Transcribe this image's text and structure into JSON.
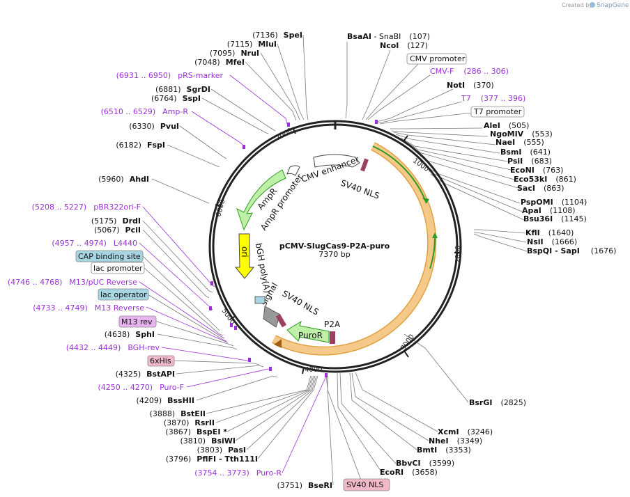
{
  "credit": {
    "prefix": "Created by",
    "brand": "SnapGene"
  },
  "plasmid": {
    "name": "pCMV-SlugCas9-P2A-puro",
    "size": "7370 bp"
  },
  "ticks": [
    "1000",
    "2000",
    "3000",
    "4000",
    "5000",
    "6000",
    "7000"
  ],
  "features": {
    "cmv_enhancer": "CMV enhancer",
    "sv40_nls_top": "SV40 NLS",
    "ampr_promoter": "AmpR promoter",
    "ampr": "AmpR",
    "ori": "ori",
    "bgh": "bGH poly(A) signal",
    "bgh_a": "bGH poly(A)",
    "bgh_b": "signal",
    "sv40_nls_mid": "SV40 NLS",
    "puror": "PuroR",
    "p2a": "P2A"
  },
  "right_labels": [
    {
      "name": "BsaAI",
      "extra": " - SnaBI",
      "pos": "(107)"
    },
    {
      "name": "NcoI",
      "pos": "(127)"
    },
    {
      "box": "CMV promoter"
    },
    {
      "primer": "CMV-F",
      "pos": "(286 .. 306)"
    },
    {
      "name": "NotI",
      "pos": "(370)"
    },
    {
      "primer": "T7",
      "pos": "(377 .. 396)"
    },
    {
      "box": "T7 promoter"
    },
    {
      "name": "AleI",
      "pos": "(505)"
    },
    {
      "name": "NgoMIV",
      "pos": "(553)"
    },
    {
      "name": "NaeI",
      "pos": "(555)"
    },
    {
      "name": "BsmI",
      "pos": "(641)"
    },
    {
      "name": "PsiI",
      "pos": "(683)"
    },
    {
      "name": "EcoNI",
      "pos": "(763)"
    },
    {
      "name": "Eco53kI",
      "pos": "(861)"
    },
    {
      "name": "SacI",
      "pos": "(863)"
    },
    {
      "name": "PspOMI",
      "pos": "(1104)"
    },
    {
      "name": "ApaI",
      "pos": "(1108)"
    },
    {
      "name": "Bsu36I",
      "pos": "(1145)"
    },
    {
      "name": "KflI",
      "pos": "(1640)"
    },
    {
      "name": "NsiI",
      "pos": "(1666)"
    },
    {
      "name": "BspQI",
      "extra": " - SapI",
      "pos": "(1676)"
    },
    {
      "name": "BsrGI",
      "pos": "(2825)"
    },
    {
      "name": "XcmI",
      "pos": "(3246)"
    },
    {
      "name": "NheI",
      "pos": "(3349)"
    },
    {
      "name": "BmtI",
      "pos": "(3353)"
    },
    {
      "name": "BbvCI",
      "pos": "(3599)"
    },
    {
      "name": "EcoRI",
      "pos": "(3658)"
    },
    {
      "box": "SV40 NLS"
    }
  ],
  "left_labels": [
    {
      "pos": "(7136)",
      "name": "SpeI"
    },
    {
      "pos": "(7115)",
      "name": "MluI"
    },
    {
      "pos": "(7095)",
      "name": "NruI"
    },
    {
      "pos": "(7048)",
      "name": "MfeI"
    },
    {
      "primer": "pRS-marker",
      "pos": "(6931 .. 6950)"
    },
    {
      "pos": "(6881)",
      "name": "SgrDI"
    },
    {
      "pos": "(6764)",
      "name": "SspI"
    },
    {
      "primer": "Amp-R",
      "pos": "(6510 .. 6529)"
    },
    {
      "pos": "(6330)",
      "name": "PvuI"
    },
    {
      "pos": "(6182)",
      "name": "FspI"
    },
    {
      "pos": "(5960)",
      "name": "AhdI"
    },
    {
      "primer": "pBR322ori-F",
      "pos": "(5208 .. 5227)"
    },
    {
      "pos": "(5175)",
      "name": "DrdI"
    },
    {
      "pos": "(5067)",
      "name": "PciI"
    },
    {
      "primer": "L4440",
      "pos": "(4957 .. 4974)"
    },
    {
      "box": "CAP binding site"
    },
    {
      "box": "lac promoter"
    },
    {
      "primer": "M13/pUC Reverse",
      "pos": "(4746 .. 4768)"
    },
    {
      "box": "lac operator"
    },
    {
      "primer": "M13 Reverse",
      "pos": "(4733 .. 4749)"
    },
    {
      "box": "M13 rev"
    },
    {
      "pos": "(4638)",
      "name": "SphI"
    },
    {
      "primer": "BGH-rev",
      "pos": "(4432 .. 4449)"
    },
    {
      "box": "6xHis"
    },
    {
      "pos": "(4325)",
      "name": "BstAPI"
    },
    {
      "primer": "Puro-F",
      "pos": "(4250 .. 4270)"
    },
    {
      "pos": "(4209)",
      "name": "BssHII"
    },
    {
      "pos": "(3888)",
      "name": "BstEII"
    },
    {
      "pos": "(3870)",
      "name": "RsrII"
    },
    {
      "pos": "(3867)",
      "name": "BspEI *"
    },
    {
      "pos": "(3810)",
      "name": "BsiWI"
    },
    {
      "pos": "(3803)",
      "name": "PasI"
    },
    {
      "pos": "(3796)",
      "name": "PflFI",
      "extra": " - Tth111I"
    },
    {
      "primer": "Puro-R",
      "pos": "(3754 .. 3773)"
    },
    {
      "pos": "(3751)",
      "name": "BseRI"
    }
  ],
  "colors": {
    "backbone": "#222222",
    "primer": "#9b30d9",
    "orf_fill": "#f5c98a",
    "orf_stroke": "#e0a040",
    "green_fill": "#bff0a8",
    "green_stroke": "#2e9a1e",
    "ori_fill": "#ffff00",
    "box_blue": "#a8d5e2",
    "box_purple": "#e8b4f0",
    "box_pink": "#f0b8c8"
  }
}
